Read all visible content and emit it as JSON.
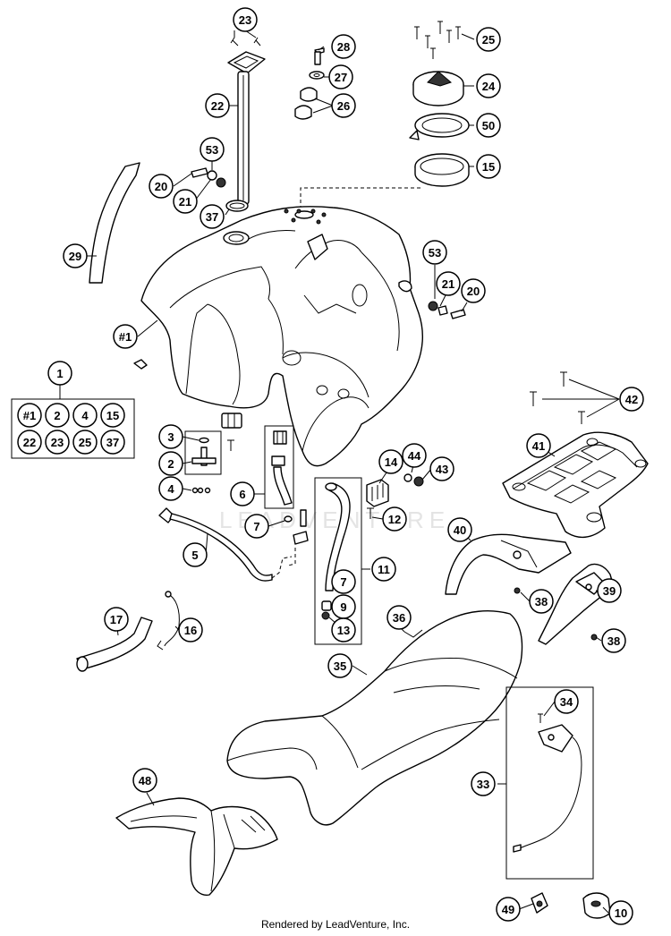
{
  "diagram": {
    "footer": "Rendered by LeadVenture, Inc.",
    "watermark": "LEADVENTURE",
    "kit": {
      "label": "1",
      "items": [
        "#1",
        "2",
        "4",
        "15",
        "22",
        "23",
        "25",
        "37"
      ]
    },
    "callouts": [
      "23",
      "22",
      "28",
      "27",
      "26",
      "25",
      "24",
      "50",
      "15",
      "53",
      "20",
      "21",
      "37",
      "29",
      "#1",
      "53",
      "21",
      "20",
      "3",
      "2",
      "4",
      "6",
      "7",
      "5",
      "14",
      "44",
      "43",
      "12",
      "11",
      "7",
      "9",
      "13",
      "42",
      "41",
      "40",
      "38",
      "39",
      "38",
      "17",
      "16",
      "36",
      "35",
      "34",
      "33",
      "48",
      "49",
      "10"
    ]
  }
}
